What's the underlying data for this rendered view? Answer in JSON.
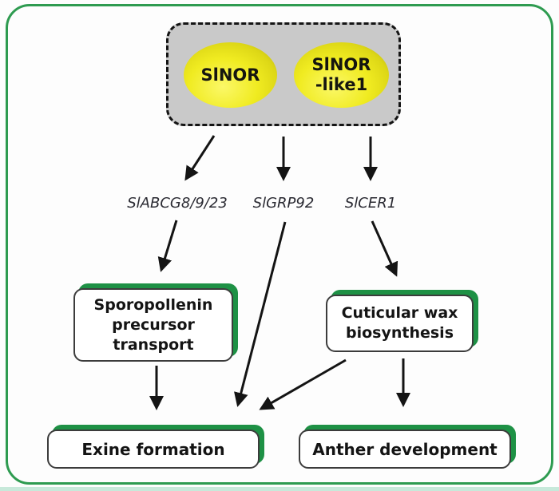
{
  "colors": {
    "frame_green": "#2e9b50",
    "accent_green": "#1e9145",
    "regulator_fill": "#c9c9c9",
    "ellipse_yellow": "#f0eb21",
    "arrow_black": "#141414",
    "bottom_strip": "#c7e9da"
  },
  "regulators": {
    "node1": "SlNOR",
    "node2_line1": "SlNOR",
    "node2_line2": "-like1"
  },
  "genes": {
    "gene1": "SlABCG8/9/23",
    "gene2": "SlGRP92",
    "gene3": "SlCER1"
  },
  "processes": {
    "sporopollenin": {
      "line1": "Sporopollenin",
      "line2": "precursor",
      "line3": "transport"
    },
    "wax": {
      "line1": "Cuticular wax",
      "line2": "biosynthesis"
    }
  },
  "outcomes": {
    "exine": "Exine formation",
    "anther": "Anther development"
  },
  "edges": [
    {
      "from": "SlNOR / SlNOR-like1",
      "to": "SlABCG8/9/23"
    },
    {
      "from": "SlNOR / SlNOR-like1",
      "to": "SlGRP92"
    },
    {
      "from": "SlNOR / SlNOR-like1",
      "to": "SlCER1"
    },
    {
      "from": "SlABCG8/9/23",
      "to": "Sporopollenin precursor transport"
    },
    {
      "from": "SlGRP92",
      "to": "Exine formation"
    },
    {
      "from": "SlCER1",
      "to": "Cuticular wax biosynthesis"
    },
    {
      "from": "Sporopollenin precursor transport",
      "to": "Exine formation"
    },
    {
      "from": "Cuticular wax biosynthesis",
      "to": "Exine formation"
    },
    {
      "from": "Cuticular wax biosynthesis",
      "to": "Anther development"
    }
  ]
}
